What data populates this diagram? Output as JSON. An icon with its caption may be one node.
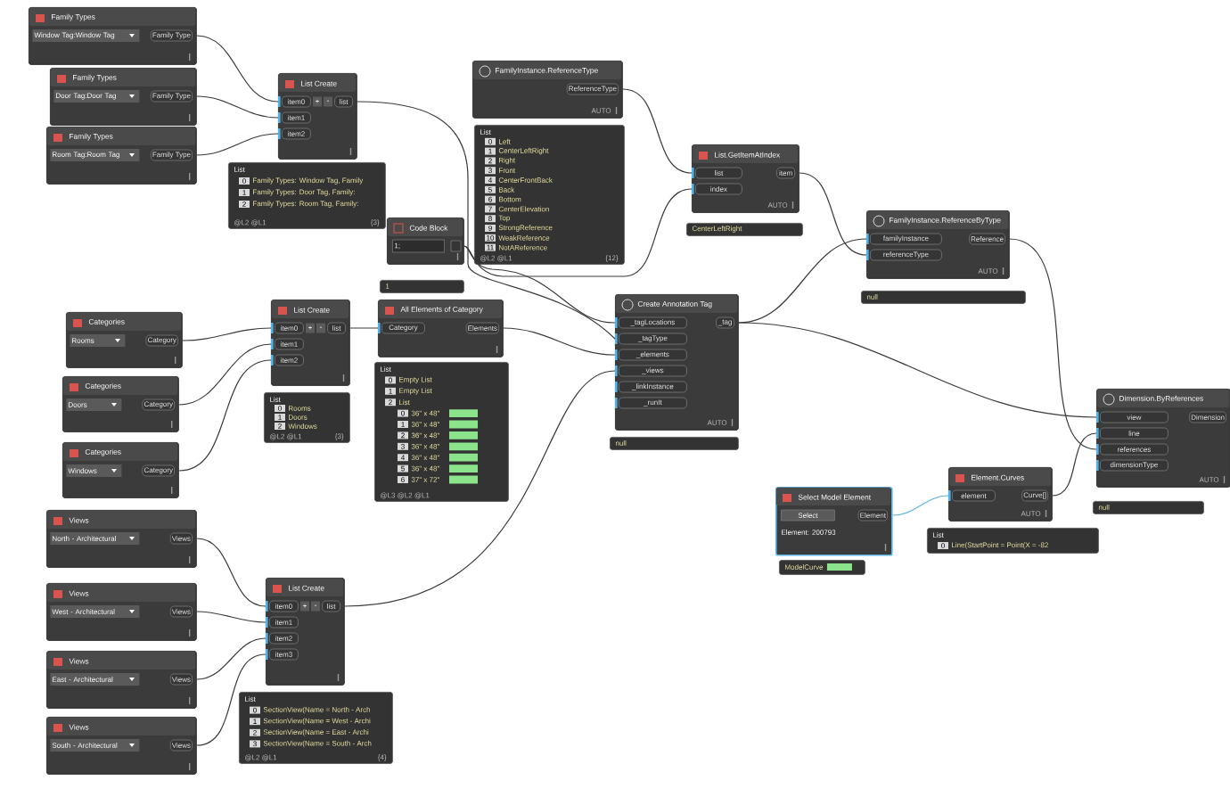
{
  "diagram": {
    "nodes": [
      {
        "text": [
          "Family Types",
          "Window Tag:Window Tag",
          "Family Type"
        ]
      },
      {
        "text": [
          "Family Types",
          "Door Tag:Door Tag",
          "Family Type"
        ]
      },
      {
        "text": [
          "Family Types",
          "Room Tag:Room Tag",
          "Family Type"
        ]
      },
      {
        "text": [
          "List Create",
          "item0",
          "+",
          "-",
          "list",
          "item1",
          "item2"
        ]
      },
      {
        "text": [
          "List",
          "0",
          "Family Types: Window Tag, Family",
          "1",
          "Family Types: Door Tag, Family:",
          "2",
          "Family Types: Room Tag, Family:",
          "@L2 @L1",
          "{3}"
        ]
      },
      {
        "text": [
          "Code Block",
          "1;"
        ]
      },
      {
        "text": [
          "1"
        ]
      },
      {
        "text": [
          "FamilyInstance.ReferenceType",
          "ReferenceType",
          "AUTO"
        ]
      },
      {
        "text": [
          "List",
          "0",
          "Left",
          "1",
          "CenterLeftRight",
          "2",
          "Right",
          "3",
          "Front",
          "4",
          "CenterFrontBack",
          "5",
          "Back",
          "6",
          "Bottom",
          "7",
          "CenterElevation",
          "8",
          "Top",
          "9",
          "StrongReference",
          "10",
          "WeakReference",
          "11",
          "NotAReference",
          "@L2 @L1",
          "{12}"
        ]
      },
      {
        "text": [
          "List.GetItemAtIndex",
          "list",
          "index",
          "item",
          "AUTO"
        ]
      },
      {
        "text": [
          "CenterLeftRight"
        ]
      },
      {
        "text": [
          "FamilyInstance.ReferenceByType",
          "familyInstance",
          "referenceType",
          "Reference",
          "AUTO"
        ]
      },
      {
        "text": [
          "null"
        ]
      },
      {
        "text": [
          "Create Annotation Tag",
          "_tagLocations",
          "_tagType",
          "_elements",
          "_views",
          "_linkInstance",
          "_runIt",
          "_tag",
          "AUTO"
        ]
      },
      {
        "text": [
          "null"
        ]
      },
      {
        "text": [
          "Categories",
          "Rooms",
          "Category"
        ]
      },
      {
        "text": [
          "Categories",
          "Doors",
          "Category"
        ]
      },
      {
        "text": [
          "Categories",
          "Windows",
          "Category"
        ]
      },
      {
        "text": [
          "List Create",
          "item0",
          "+",
          "-",
          "list",
          "item1",
          "item2"
        ]
      },
      {
        "text": [
          "List",
          "0",
          "Rooms",
          "1",
          "Doors",
          "2",
          "Windows",
          "@L2 @L1",
          "{3}"
        ]
      },
      {
        "text": [
          "All Elements of Category",
          "Category",
          "Elements"
        ]
      },
      {
        "text": [
          "List",
          "0",
          "Empty List",
          "1",
          "Empty List",
          "2",
          "List",
          "0",
          "36\" x 48\"",
          "1",
          "36\" x 48\"",
          "2",
          "36\" x 48\"",
          "3",
          "36\" x 48\"",
          "4",
          "36\" x 48\"",
          "5",
          "36\" x 48\"",
          "6",
          "37\" x 72\"",
          "@L3 @L2 @L1"
        ]
      },
      {
        "text": [
          "Views",
          "North - Architectural",
          "Views"
        ]
      },
      {
        "text": [
          "Views",
          "West - Architectural",
          "Views"
        ]
      },
      {
        "text": [
          "Views",
          "East - Architectural",
          "Views"
        ]
      },
      {
        "text": [
          "Views",
          "South - Architectural",
          "Views"
        ]
      },
      {
        "text": [
          "List Create",
          "item0",
          "+",
          "-",
          "list",
          "item1",
          "item2",
          "item3"
        ]
      },
      {
        "text": [
          "List",
          "0",
          "SectionView(Name = North - Arch",
          "1",
          "SectionView(Name = West - Archi",
          "2",
          "SectionView(Name = East - Archi",
          "3",
          "SectionView(Name = South - Arch",
          "@L2 @L1",
          "{4}"
        ]
      },
      {
        "text": [
          "Select Model Element",
          "Select",
          "Element",
          "Element: 200793"
        ]
      },
      {
        "text": [
          "ModelCurve"
        ]
      },
      {
        "text": [
          "Element.Curves",
          "element",
          "Curve[]",
          "AUTO"
        ]
      },
      {
        "text": [
          "List",
          "0",
          "Line(StartPoint = Point(X = -82"
        ]
      },
      {
        "text": [
          "Dimension.ByReferences",
          "view",
          "line",
          "references",
          "dimensionType",
          "Dimension",
          "AUTO"
        ]
      },
      {
        "text": [
          "null"
        ]
      }
    ],
    "edges": [
      {
        "from": 0,
        "to": 3,
        "arrow": "none"
      },
      {
        "from": 1,
        "to": 3,
        "arrow": "none"
      },
      {
        "from": 2,
        "to": 3,
        "arrow": "none"
      },
      {
        "from": 3,
        "to": 13,
        "arrow": "none"
      },
      {
        "from": 5,
        "to": 13,
        "arrow": "none"
      },
      {
        "from": 5,
        "to": 9,
        "arrow": "none"
      },
      {
        "from": 7,
        "to": 9,
        "arrow": "none"
      },
      {
        "from": 9,
        "to": 11,
        "arrow": "none"
      },
      {
        "from": 13,
        "to": 11,
        "arrow": "none"
      },
      {
        "from": 13,
        "to": 32,
        "arrow": "none"
      },
      {
        "from": 11,
        "to": 32,
        "arrow": "none"
      },
      {
        "from": 30,
        "to": 32,
        "arrow": "none"
      },
      {
        "from": 28,
        "to": 30,
        "arrow": "none",
        "color": "#5ab4e6"
      },
      {
        "from": 15,
        "to": 18,
        "arrow": "none"
      },
      {
        "from": 16,
        "to": 18,
        "arrow": "none"
      },
      {
        "from": 17,
        "to": 18,
        "arrow": "none"
      },
      {
        "from": 18,
        "to": 20,
        "arrow": "none"
      },
      {
        "from": 20,
        "to": 13,
        "arrow": "none"
      },
      {
        "from": 22,
        "to": 26,
        "arrow": "none"
      },
      {
        "from": 23,
        "to": 26,
        "arrow": "none"
      },
      {
        "from": 24,
        "to": 26,
        "arrow": "none"
      },
      {
        "from": 25,
        "to": 26,
        "arrow": "none"
      },
      {
        "from": 26,
        "to": 13,
        "arrow": "none"
      }
    ]
  }
}
